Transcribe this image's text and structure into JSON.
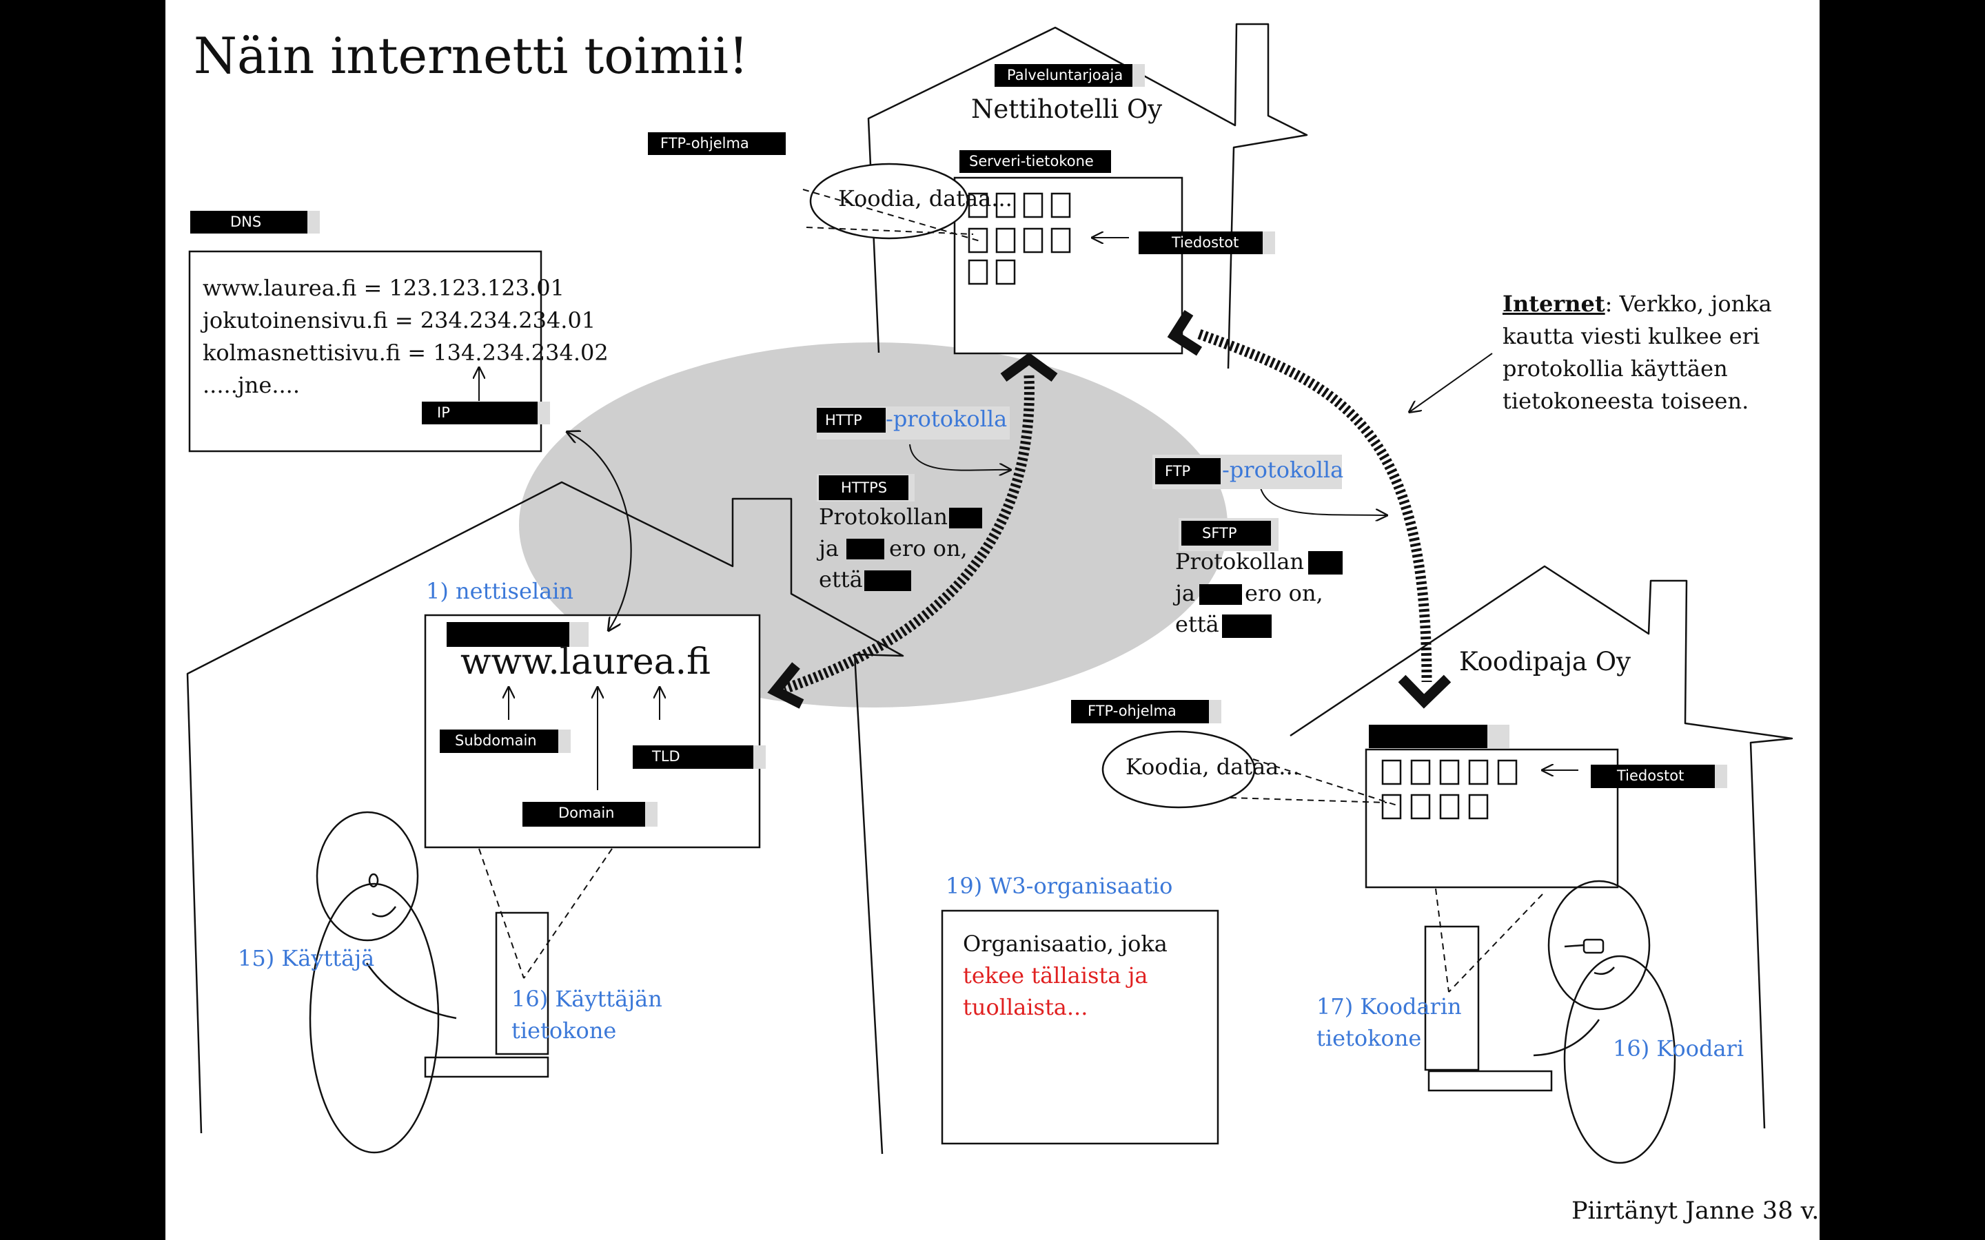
{
  "title": "Näin internetti toimii!",
  "credit": "Piirtänyt Janne 38 v.",
  "tags": {
    "palveluntarjoaja": "Palveluntarjoaja",
    "ftp_ohjelma_top": "FTP-ohjelma",
    "serveri": "Serveri-tietokone",
    "tiedostot_top": "Tiedostot",
    "dns": "DNS",
    "ip": "IP",
    "http": "HTTP",
    "https": "HTTPS",
    "ftp": "FTP",
    "sftp": "SFTP",
    "subdomain": "Subdomain",
    "tld": "TLD",
    "domain": "Domain",
    "ftp_ohjelma_right": "FTP-ohjelma",
    "tiedostot_right": "Tiedostot"
  },
  "nettihotelli": "Nettihotelli Oy",
  "koodipaja": "Koodipaja Oy",
  "bubble_top": "Koodia, dataa...",
  "bubble_right": "Koodia, dataa...",
  "dns_lines": [
    "www.laurea.fi = 123.123.123.01",
    "jokutoinensivu.fi = 234.234.234.01",
    "kolmasnettisivu.fi = 134.234.234.02",
    ".....jne...."
  ],
  "internet": {
    "term": "Internet",
    "def_line1": ": Verkko, jonka",
    "line2": "kautta viesti kulkee eri",
    "line3": "protokollia käyttäen",
    "line4": "tietokoneesta toiseen."
  },
  "protokolla": "-protokolla",
  "https_text": {
    "l1": "Protokollan",
    "l2a": "ja",
    "l2b": "ero on,",
    "l3": "että"
  },
  "sftp_text": {
    "l1": "Protokollan",
    "l2a": "ja",
    "l2b": "ero on,",
    "l3": "että"
  },
  "browser": {
    "label": "1) nettiselain",
    "url": "www.laurea.fi"
  },
  "user_label": "15) Käyttäjä",
  "user_computer": {
    "l1": "16) Käyttäjän",
    "l2": "tietokone"
  },
  "w3": {
    "label": "19) W3-organisaatio",
    "l1": "Organisaatio, joka",
    "l2": "tekee tällaista ja",
    "l3": "tuollaista..."
  },
  "coder_computer": {
    "l1": "17) Koodarin",
    "l2": "tietokone"
  },
  "coder_label": "16) Koodari",
  "colors": {
    "blue": "#3b78d8",
    "red": "#e02020",
    "ellipse": "#cfcfcf"
  }
}
